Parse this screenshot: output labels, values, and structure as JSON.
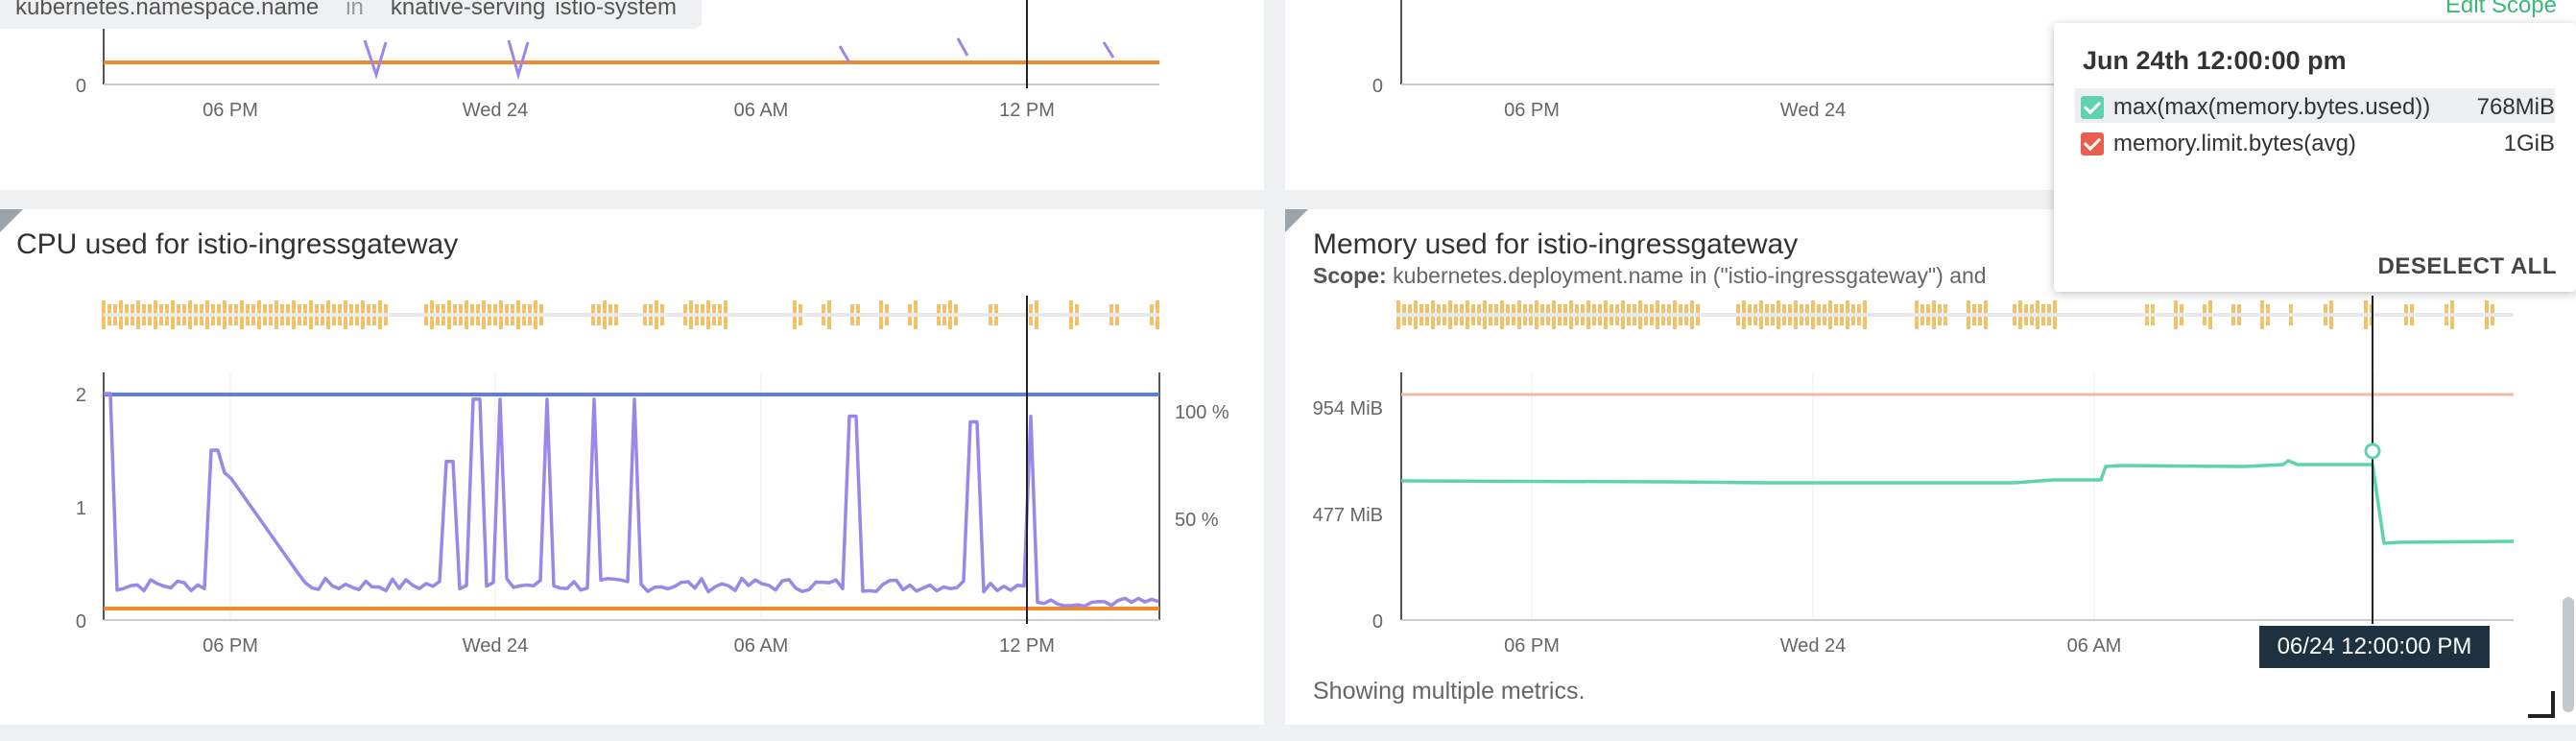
{
  "scope_bar": {
    "key": "kubernetes.namespace.name",
    "operator": "in",
    "values": [
      "knative-serving",
      "istio-system"
    ],
    "edit_label": "Edit Scope"
  },
  "x_ticks": [
    "06 PM",
    "Wed 24",
    "06 AM",
    "12 PM"
  ],
  "top_left_panel": {
    "y_tick": "0"
  },
  "top_right_panel": {
    "y_tick": "0"
  },
  "cpu_panel": {
    "title": "CPU used for istio-ingressgateway",
    "y_ticks": [
      "0",
      "1",
      "2"
    ],
    "y2_ticks": [
      "50 %",
      "100 %"
    ],
    "colors": {
      "usage": "#9b87e8",
      "limit": "#5b7fe0",
      "request": "#f08a2c",
      "events": "#f5c168"
    }
  },
  "memory_panel": {
    "title": "Memory used for istio-ingressgateway",
    "scope_label": "Scope:",
    "scope_text": "kubernetes.deployment.name in (\"istio-ingressgateway\") and",
    "y_ticks": [
      "0",
      "477 MiB",
      "954 MiB"
    ],
    "footnote": "Showing multiple metrics.",
    "colors": {
      "usage": "#5fd3b0",
      "limit": "#f5b5a8",
      "events": "#f5c168"
    }
  },
  "tooltip": {
    "date": "Jun 24th 12:00:00 pm",
    "rows": [
      {
        "name": "max(max(memory.bytes.used))",
        "value": "768MiB",
        "color": "#5fd3b0"
      },
      {
        "name": "memory.limit.bytes(avg)",
        "value": "1GiB",
        "color": "#e8604c"
      }
    ],
    "deselect_label": "DESELECT ALL"
  },
  "time_cursor_label": "06/24 12:00:00 PM"
}
